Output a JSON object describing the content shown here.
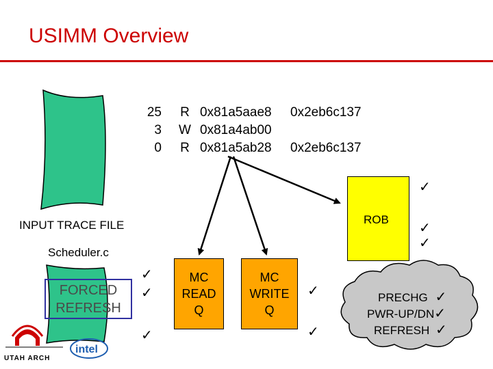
{
  "title": "USIMM Overview",
  "trace_table": {
    "rows": [
      {
        "time": "25",
        "type": "R",
        "address": "0x81a5aae8",
        "pc": "0x2eb6c137"
      },
      {
        "time": "3",
        "type": "W",
        "address": "0x81a4ab00",
        "pc": ""
      },
      {
        "time": "0",
        "type": "R",
        "address": "0x81a5ab28",
        "pc": "0x2eb6c137"
      }
    ]
  },
  "input_trace_label": "INPUT TRACE FILE",
  "scheduler_label": "Scheduler.c",
  "forced_refresh": {
    "line1": "FORCED",
    "line2": "REFRESH"
  },
  "mc_read": {
    "line1": "MC",
    "line2": "READ",
    "line3": "Q"
  },
  "mc_write": {
    "line1": "MC",
    "line2": "WRITE",
    "line3": "Q"
  },
  "rob_label": "ROB",
  "cloud": {
    "line1": "PRECHG",
    "line2": "PWR-UP/DN",
    "line3": "REFRESH"
  },
  "check_mark": "✓",
  "logos": {
    "utah": "UTAH ARCH",
    "intel": "intel"
  },
  "colors": {
    "title": "#cc0000",
    "trace_file": "#2ec38a",
    "queue": "#ffa500",
    "rob": "#ffff00",
    "cloud": "#c8c8c8",
    "forced_box_border": "#3030a0"
  }
}
